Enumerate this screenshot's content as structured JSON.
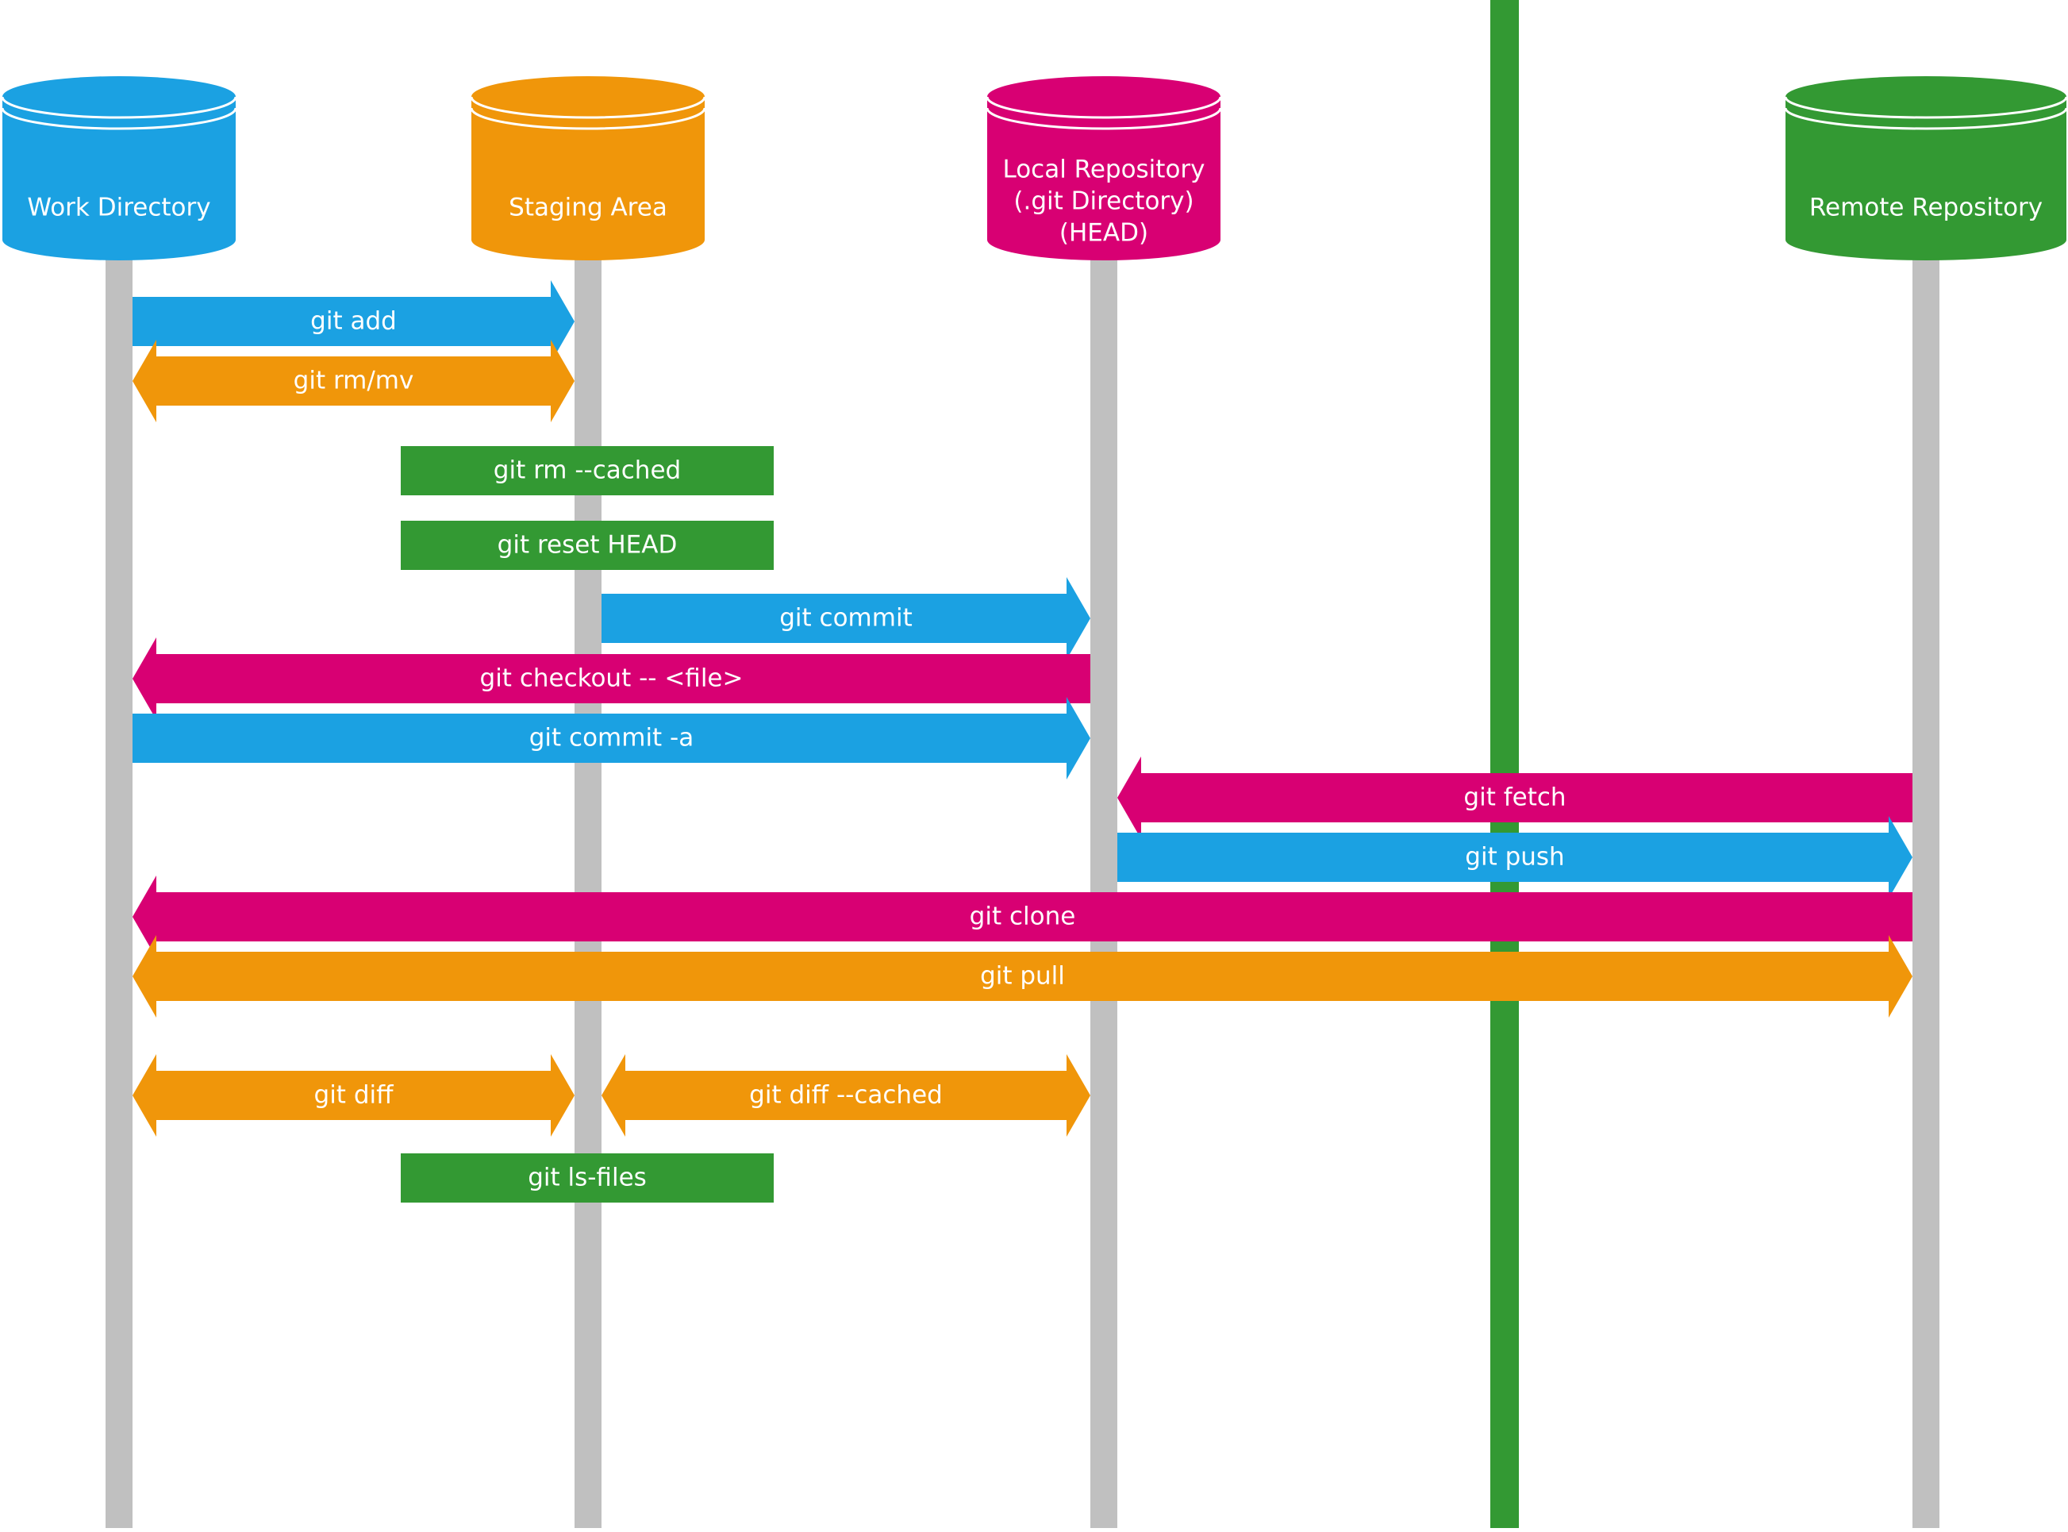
{
  "colors": {
    "blue": "#1ba1e2",
    "orange": "#f0960a",
    "magenta": "#d80073",
    "green": "#339933",
    "lane": "#c0c0c0",
    "text": "#ffffff"
  },
  "stores": [
    {
      "id": "work",
      "lines": [
        "Work Directory"
      ],
      "color": "blue"
    },
    {
      "id": "staging",
      "lines": [
        "Staging Area"
      ],
      "color": "orange"
    },
    {
      "id": "local",
      "lines": [
        "Local Repository",
        "(.git Directory)",
        "(HEAD)"
      ],
      "color": "magenta"
    },
    {
      "id": "remote",
      "lines": [
        "Remote Repository"
      ],
      "color": "green"
    }
  ],
  "commands": [
    {
      "label": "git add",
      "from": "work",
      "to": "staging",
      "kind": "right",
      "color": "blue"
    },
    {
      "label": "git rm/mv",
      "from": "work",
      "to": "staging",
      "kind": "both",
      "color": "orange"
    },
    {
      "label": "git rm  --cached",
      "on": "staging",
      "kind": "box",
      "color": "green"
    },
    {
      "label": "git reset HEAD",
      "on": "staging",
      "kind": "box",
      "color": "green"
    },
    {
      "label": "git commit",
      "from": "staging",
      "to": "local",
      "kind": "right",
      "color": "blue"
    },
    {
      "label": "git checkout -- <file>",
      "from": "local",
      "to": "work",
      "kind": "left",
      "color": "magenta"
    },
    {
      "label": "git commit -a",
      "from": "work",
      "to": "local",
      "kind": "right",
      "color": "blue"
    },
    {
      "label": "git fetch",
      "from": "remote",
      "to": "local",
      "kind": "left",
      "color": "magenta"
    },
    {
      "label": "git push",
      "from": "local",
      "to": "remote",
      "kind": "right",
      "color": "blue"
    },
    {
      "label": "git clone",
      "from": "remote",
      "to": "work",
      "kind": "left",
      "color": "magenta"
    },
    {
      "label": "git pull",
      "from": "work",
      "to": "remote",
      "kind": "both",
      "color": "orange"
    },
    {
      "label": "git diff",
      "from": "work",
      "to": "staging",
      "kind": "both",
      "color": "orange"
    },
    {
      "label": "git diff --cached",
      "from": "staging",
      "to": "local",
      "kind": "both",
      "color": "orange"
    },
    {
      "label": "git ls-files",
      "on": "staging",
      "kind": "box",
      "color": "green"
    }
  ]
}
